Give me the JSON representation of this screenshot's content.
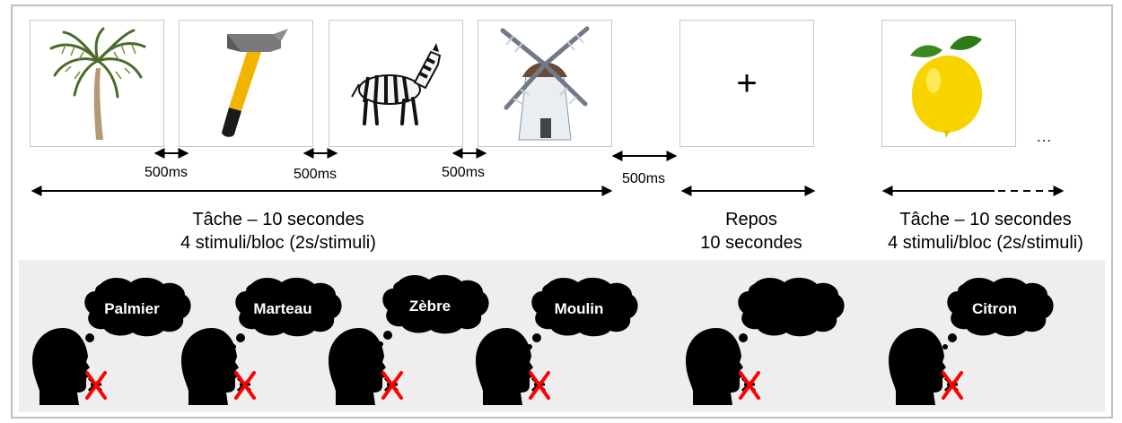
{
  "interval_labels": [
    "500ms",
    "500ms",
    "500ms",
    "500ms"
  ],
  "task_block_1": {
    "title": "Tâche – 10 secondes",
    "subtitle": "4 stimuli/bloc (2s/stimuli)"
  },
  "rest_block": {
    "title": "Repos",
    "subtitle": "10 secondes"
  },
  "task_block_2": {
    "title": "Tâche – 10 secondes",
    "subtitle": "4 stimuli/bloc (2s/stimuli)"
  },
  "rest_symbol": "+",
  "continuation": "…",
  "speech_words": [
    "Palmier",
    "Marteau",
    "Zèbre",
    "Moulin",
    "",
    "Citron"
  ],
  "stimuli": [
    "palm-tree",
    "hammer",
    "zebra",
    "windmill",
    "fixation-cross",
    "lemon"
  ],
  "colors": {
    "no_speech_cross": "#ff0000",
    "panel_background": "#eeeeee",
    "silhouette": "#000000"
  }
}
